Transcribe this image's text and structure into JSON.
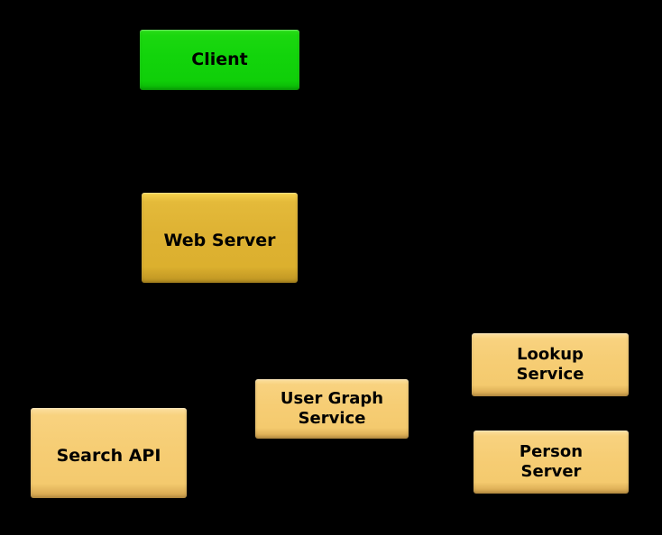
{
  "diagram": {
    "background_color": "#000000",
    "node_text_color": "#000000",
    "colors": {
      "client_fill": "#12d40b",
      "web_server_fill": "#deb233",
      "service_fill": "#f6cd74"
    },
    "nodes": [
      {
        "id": "client",
        "label": "Client",
        "fill": "#12d40b"
      },
      {
        "id": "web-server",
        "label": "Web Server",
        "fill": "#deb233"
      },
      {
        "id": "search-api",
        "label": "Search API",
        "fill": "#f6cd74"
      },
      {
        "id": "user-graph-service",
        "label": "User Graph\nService",
        "fill": "#f6cd74"
      },
      {
        "id": "lookup-service",
        "label": "Lookup\nService",
        "fill": "#f6cd74"
      },
      {
        "id": "person-server",
        "label": "Person\nServer",
        "fill": "#f6cd74"
      }
    ]
  }
}
